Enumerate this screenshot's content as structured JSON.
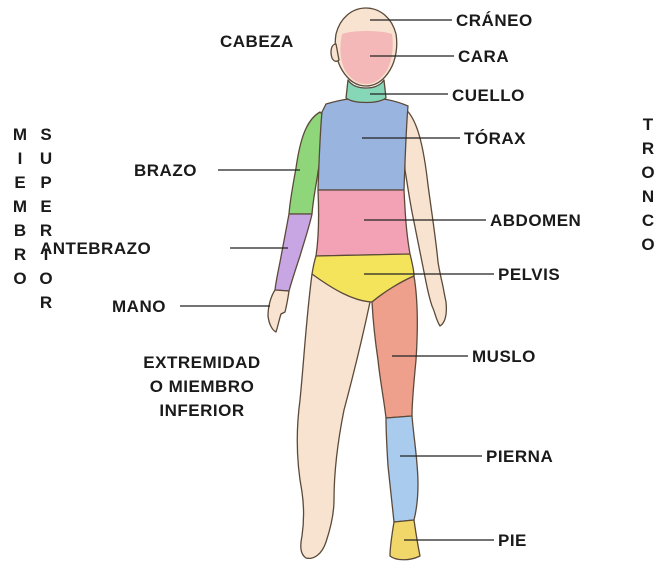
{
  "colors": {
    "skin": "#f7e3cf",
    "face": "#f5b8b8",
    "neck": "#86d6b8",
    "chest": "#9ab4e0",
    "abdomen": "#f2a2b4",
    "pelvis": "#f3e45c",
    "arm": "#8fd67a",
    "forearm": "#c8a6e3",
    "thigh": "#eea08d",
    "leg": "#a9cbee",
    "foot": "#f1d769"
  },
  "labels": {
    "craneo": "CRÁNEO",
    "cara": "CARA",
    "cuello": "CUELLO",
    "torax": "TÓRAX",
    "abdomen": "ABDOMEN",
    "pelvis": "PELVIS",
    "muslo": "MUSLO",
    "pierna": "PIERNA",
    "pie": "PIE",
    "cabeza": "CABEZA",
    "brazo": "BRAZO",
    "antebrazo": "ANTEBRAZO",
    "mano": "MANO",
    "extremidad_1": "EXTREMIDAD",
    "extremidad_2": "O MIEMBRO",
    "extremidad_3": "INFERIOR"
  },
  "vertical": {
    "miembro": [
      "M",
      "I",
      "E",
      "M",
      "B",
      "R",
      "O"
    ],
    "superior": [
      "S",
      "U",
      "P",
      "E",
      "R",
      "I",
      "O",
      "R"
    ],
    "tronco": [
      "T",
      "R",
      "O",
      "N",
      "C",
      "O"
    ]
  }
}
